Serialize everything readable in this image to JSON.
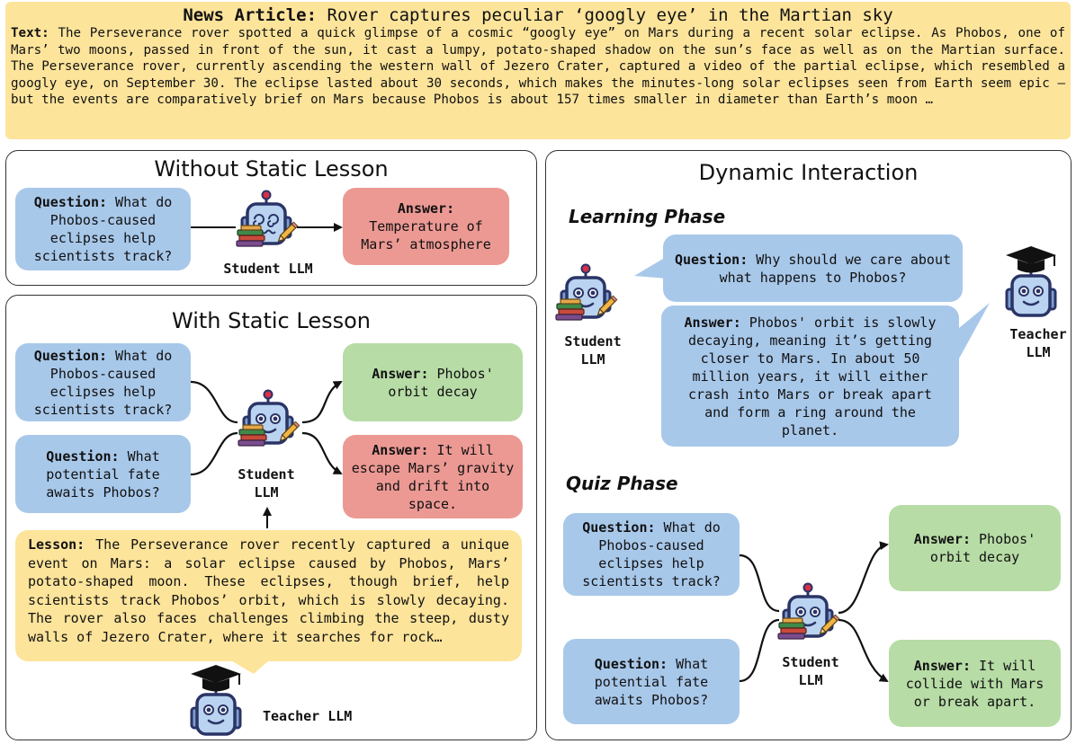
{
  "article": {
    "title_label": "News Article:",
    "title": "Rover captures peculiar ‘googly eye’ in the Martian sky",
    "text_label": "Text:",
    "text": "The Perseverance rover spotted a quick glimpse of a cosmic “googly eye” on Mars during a recent solar eclipse. As Phobos, one of Mars’ two moons, passed in front of the sun, it cast a lumpy, potato-shaped shadow on the sun’s face as well as on the Martian surface. The Perseverance rover, currently ascending the western wall of Jezero Crater, captured a video of the partial eclipse, which resembled a googly eye, on September 30. The eclipse lasted about 30 seconds, which makes the minutes-long solar eclipses seen from Earth seem epic — but the events are comparatively brief on Mars because Phobos is about 157 times smaller in diameter than Earth’s moon …"
  },
  "labels": {
    "question": "Question:",
    "answer": "Answer:",
    "lesson": "Lesson:"
  },
  "without_lesson": {
    "title": "Without Static Lesson",
    "question": "What do Phobos-caused eclipses help scientists track?",
    "answer": "Temperature of Mars’ atmosphere",
    "student": "Student LLM"
  },
  "with_lesson": {
    "title": "With Static Lesson",
    "question1": "What do Phobos-caused eclipses help scientists track?",
    "question2": "What potential fate awaits Phobos?",
    "answer1": "Phobos' orbit decay",
    "answer2": "It will escape Mars’ gravity and drift into space.",
    "student_line1": "Student",
    "student_line2": "LLM",
    "lesson": "The Perseverance rover recently captured a unique event on Mars: a solar eclipse caused by Phobos, Mars’ potato-shaped moon. These eclipses, though brief, help scientists track Phobos’ orbit, which is slowly decaying. The rover also faces challenges climbing the steep, dusty walls of Jezero Crater, where it searches for rock…",
    "teacher": "Teacher LLM"
  },
  "dynamic": {
    "title": "Dynamic Interaction",
    "learning_phase": "Learning Phase",
    "learning_question": "Why should we care about what happens to Phobos?",
    "learning_answer": "Phobos' orbit is slowly decaying, meaning it’s getting closer to Mars. In about 50 million years, it will either crash into Mars or break apart and form a ring around the planet.",
    "student_line1": "Student",
    "student_line2": "LLM",
    "teacher_line1": "Teacher",
    "teacher_line2": "LLM",
    "quiz_phase": "Quiz Phase",
    "quiz_question1": "What do Phobos-caused eclipses help scientists track?",
    "quiz_question2": "What potential fate awaits Phobos?",
    "quiz_answer1": "Phobos' orbit decay",
    "quiz_answer2": "It will collide with Mars or break apart.",
    "quiz_student_line1": "Student",
    "quiz_student_line2": "LLM"
  },
  "colors": {
    "article_bg": "#fde49b",
    "question_bg": "#a8c8ea",
    "correct_answer_bg": "#b7dca6",
    "wrong_answer_bg": "#ec9994",
    "robot_body": "#b9d3f0",
    "robot_outline": "#2a3466"
  },
  "icons": [
    "robot-icon",
    "book-stack-icon",
    "pencil-icon",
    "graduation-cap-icon",
    "dizzy-eyes-icon"
  ]
}
